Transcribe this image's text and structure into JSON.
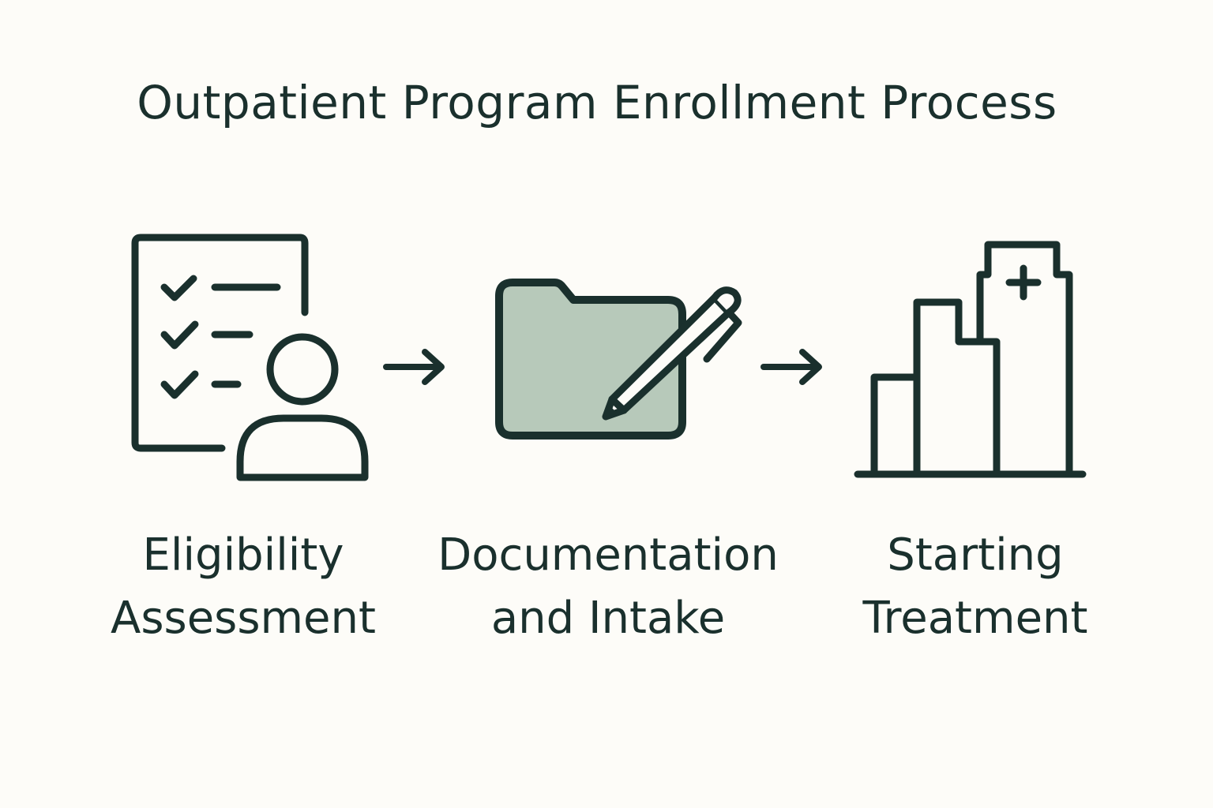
{
  "title": "Outpatient Program Enrollment Process",
  "colors": {
    "ink": "#1a302d",
    "folder_fill": "#b7c9ba",
    "background": "#fdfcf8"
  },
  "steps": [
    {
      "icon": "checklist-person-icon",
      "line1": "Eligibility",
      "line2": "Assessment"
    },
    {
      "icon": "folder-pencil-icon",
      "line1": "Documentation",
      "line2": "and Intake"
    },
    {
      "icon": "hospital-building-icon",
      "line1": "Starting",
      "line2": "Treatment"
    }
  ],
  "arrows": [
    "arrow-right-icon",
    "arrow-right-icon"
  ]
}
